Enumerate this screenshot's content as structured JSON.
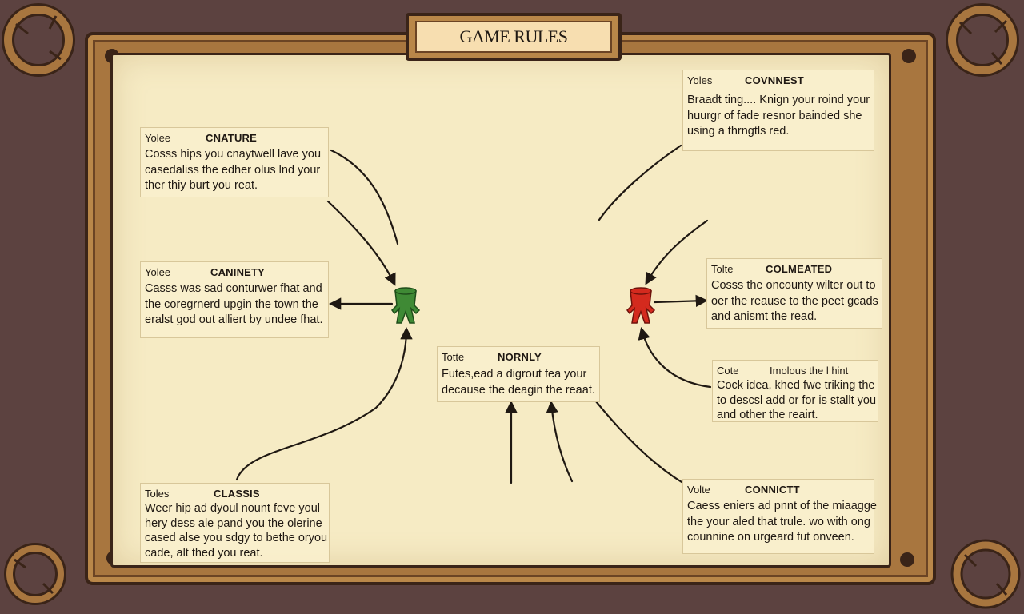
{
  "header": {
    "title": "GAME RULES"
  },
  "rules": [
    {
      "id": "top-right",
      "label": "Yoles",
      "name": "COVNNEST",
      "lines": [
        "Braadt ting.... Knign your roind your",
        "huurgr of fade resnor bainded she",
        "using a thrngtls red."
      ]
    },
    {
      "id": "upper-left",
      "label": "Yolee",
      "name": "CNATURE",
      "lines": [
        "Cosss hips you cnaytwell lave you",
        "casedaliss the edher olus lnd your",
        "ther thiy burt you reat."
      ]
    },
    {
      "id": "middle-left",
      "label": "Yolee",
      "name": "CANINETY",
      "lines": [
        "Casss was sad conturwer fhat and",
        "the coregrnerd upgin the town the",
        "eralst god out alliert by undee fhat."
      ]
    },
    {
      "id": "right-upper",
      "label": "Tolte",
      "name": "COLMEATED",
      "lines": [
        "Cosss the oncounty wilter out to",
        "oer the reause to the peet gcads",
        "and anismt the read."
      ]
    },
    {
      "id": "center",
      "label": "Totte",
      "name": "NORNLY",
      "lines": [
        "Futes,ead a digrout fea your",
        "decause the deagin the reaat."
      ]
    },
    {
      "id": "right-lower",
      "label": "Cote",
      "name": "Imolous the l hint",
      "lines": [
        "Cock idea, khed fwe triking the",
        "to descsl add or for is stallt you",
        "and other the reairt."
      ]
    },
    {
      "id": "bottom-left",
      "label": "Toles",
      "name": "CLASSIS",
      "lines": [
        "Weer hip ad dyoul nount feve youl",
        "hery dess ale pand you the olerine",
        "cased alse you sdgy to bethe oryou",
        "cade, alt thed you reat."
      ]
    },
    {
      "id": "bottom-right",
      "label": "Volte",
      "name": "CONNICTT",
      "lines": [
        "Caess eniers ad pnnt of the miaagge",
        "the your aled that trule. wo with ong",
        "counnine on urgeard fut onveen."
      ]
    }
  ],
  "pieces": [
    {
      "id": "green-piece",
      "color": "#3f8a35",
      "dark": "#1f4d1a"
    },
    {
      "id": "red-piece",
      "color": "#d42a1e",
      "dark": "#6e120b"
    }
  ],
  "colors": {
    "wood": "#a8763f",
    "wood_dark": "#3a2418",
    "parchment": "#f6ebc4",
    "ink": "#1f1812"
  }
}
